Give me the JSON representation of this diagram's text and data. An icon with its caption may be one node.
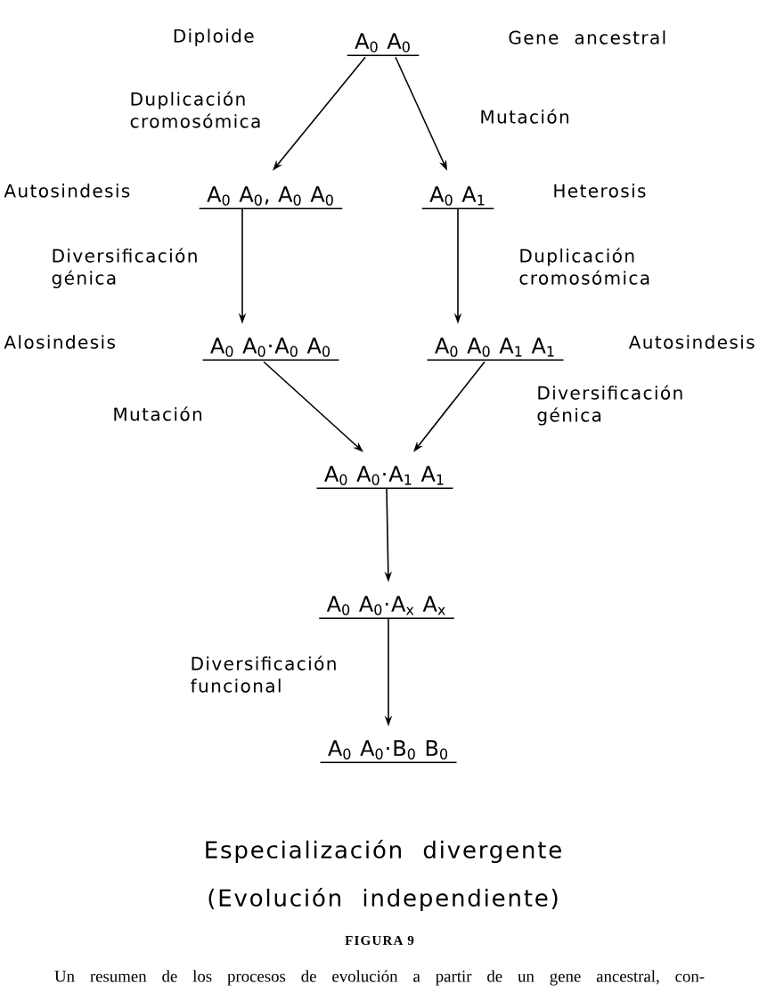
{
  "diagram": {
    "caption": "Un resumen de los procesos de evolución a partir de un gene ancestral, con-",
    "nodes": [
      {
        "text": [
          "A$_{0}$ A$_{0}$"
        ]
      },
      {
        "text": [
          "A$_{0}$ A$_{0}$, A$_{0}$ A$_{0}$"
        ]
      },
      {
        "text": [
          "A$_{0}$ A$_{1}$"
        ]
      },
      {
        "text": [
          "A$_{0}$ A$_{0}$·A$_{0}$ A$_{0}$"
        ]
      },
      {
        "text": [
          "A$_{0}$ A$_{0}$ A$_{1}$ A$_{1}$"
        ]
      },
      {
        "text": [
          "A$_{0}$ A$_{0}$·A$_{1}$ A$_{1}$"
        ]
      },
      {
        "text": [
          "A$_{0}$ A$_{0}$·A$_{x}$ A$_{x}$"
        ]
      },
      {
        "text": [
          "A$_{0}$ A$_{0}$·B$_{0}$ B$_{0}$"
        ]
      }
    ],
    "edges": [
      {
        "from": 0,
        "to": 1,
        "arrow": "to",
        "label": "Duplicación cromosómica"
      },
      {
        "from": 0,
        "to": 2,
        "arrow": "to",
        "label": "Mutación"
      },
      {
        "from": 1,
        "to": 3,
        "arrow": "to",
        "label": "Diversificación génica"
      },
      {
        "from": 2,
        "to": 4,
        "arrow": "to",
        "label": "Duplicación cromosómica"
      },
      {
        "from": 3,
        "to": 5,
        "arrow": "to",
        "label": "Mutación"
      },
      {
        "from": 4,
        "to": 5,
        "arrow": "to",
        "label": "Diversificación génica"
      },
      {
        "from": 5,
        "to": 6,
        "arrow": "to"
      },
      {
        "from": 6,
        "to": 7,
        "arrow": "to",
        "label": "Diversificación funcional"
      }
    ],
    "labels": [
      "Diploide",
      "Gene ancestral",
      "Autosindesis",
      "Heterosis",
      "Alosindesis",
      "Autosindesis",
      "Especialización divergente",
      "(Evolución independiente)",
      "FIGURA 9"
    ]
  }
}
